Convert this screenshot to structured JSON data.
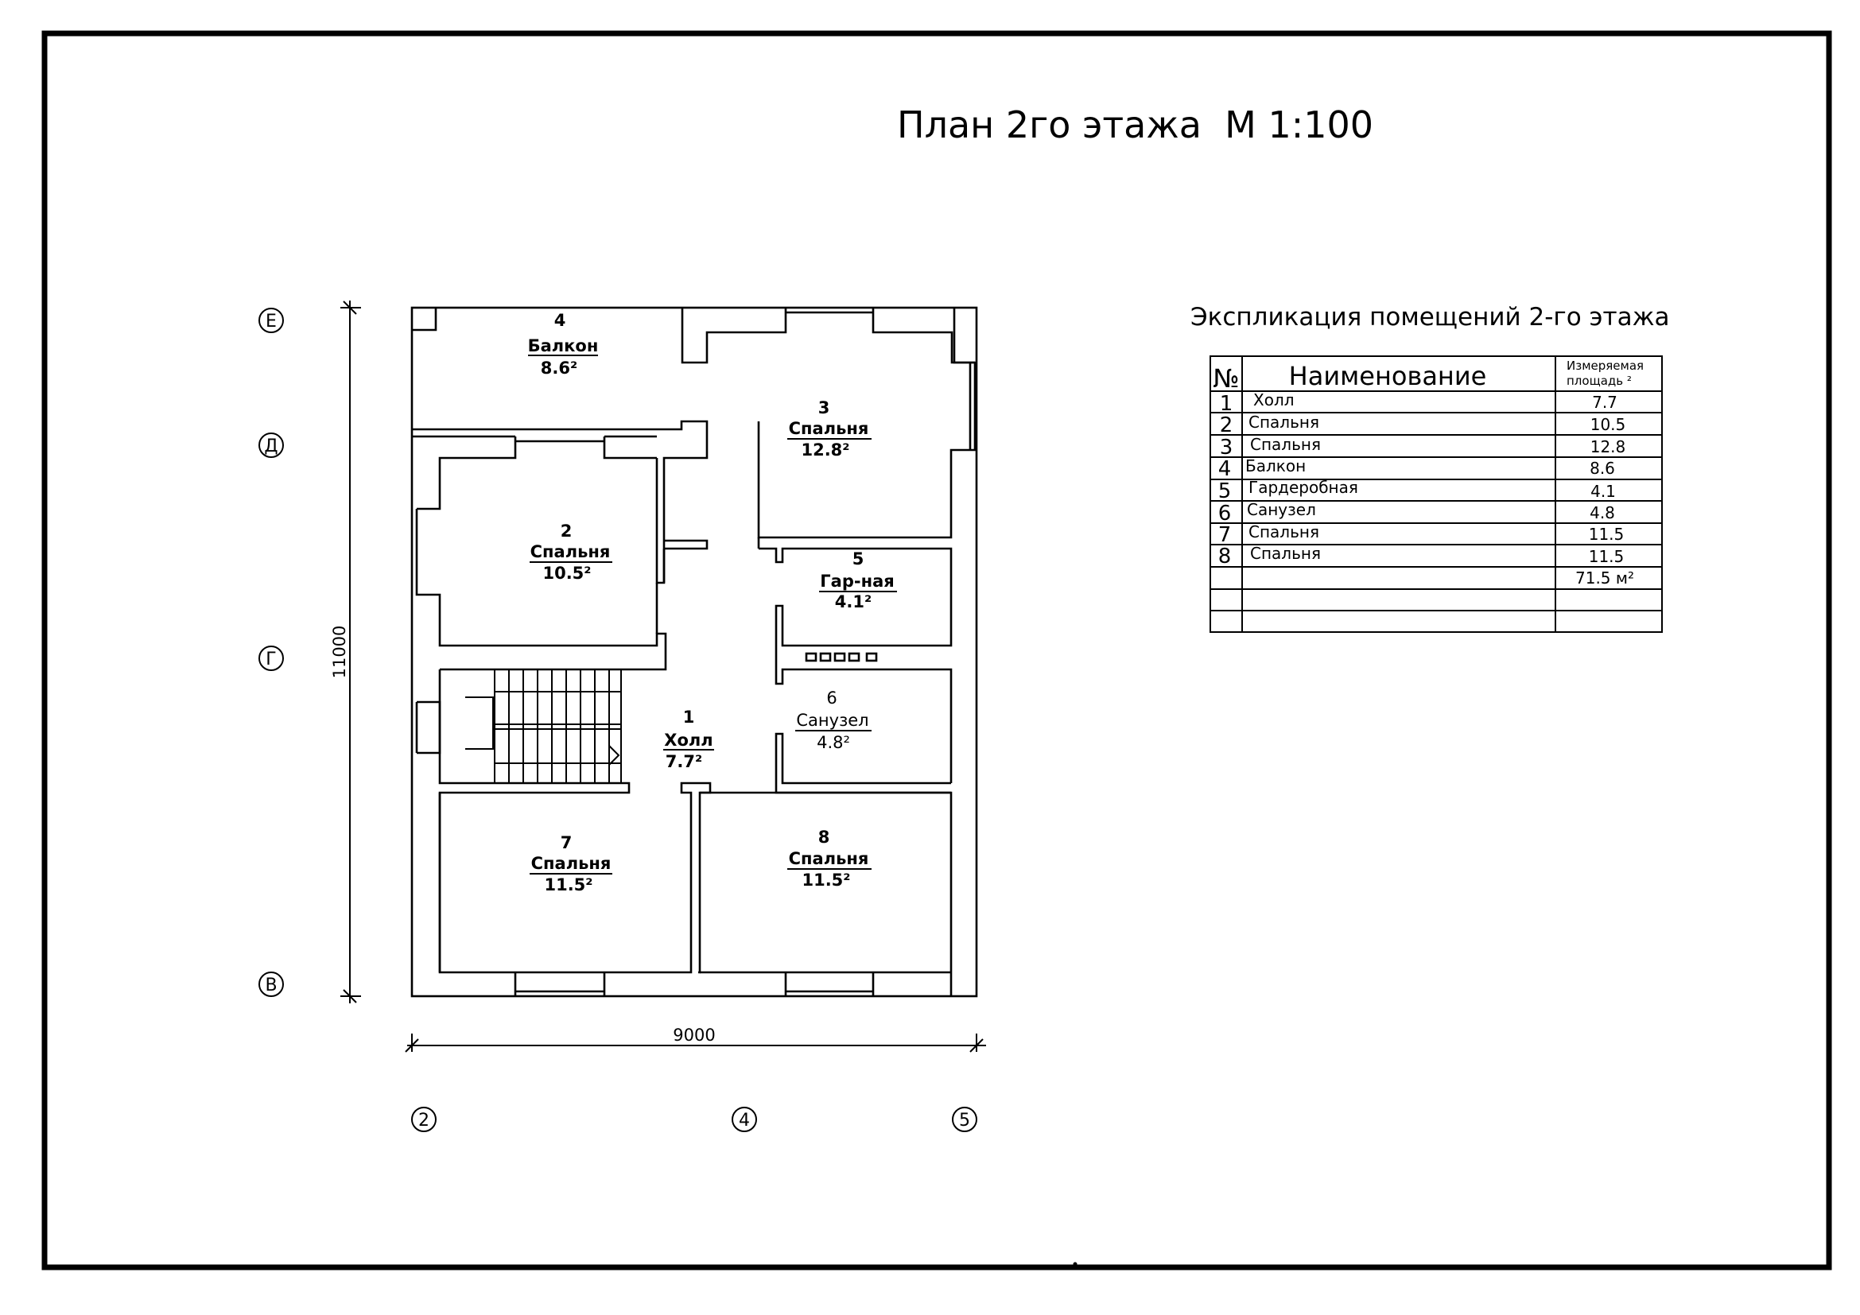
{
  "title": "План 2го этажа  М 1:100",
  "explication_title": "Экспликация помещений 2-го этажа",
  "table": {
    "header_no": "№",
    "header_name": "Наименование",
    "header_area_line1": "Измеряемая",
    "header_area_line2": "площадь ²",
    "rows": [
      {
        "no": "1",
        "name": "Холл",
        "area": "7.7"
      },
      {
        "no": "2",
        "name": "Спальня",
        "area": "10.5"
      },
      {
        "no": "3",
        "name": "Спальня",
        "area": "12.8"
      },
      {
        "no": "4",
        "name": "Балкон",
        "area": "8.6"
      },
      {
        "no": "5",
        "name": "Гардеробная",
        "area": "4.1"
      },
      {
        "no": "6",
        "name": "Санузел",
        "area": "4.8"
      },
      {
        "no": "7",
        "name": "Спальня",
        "area": "11.5"
      },
      {
        "no": "8",
        "name": "Спальня",
        "area": "11.5"
      }
    ],
    "total": "71.5 м²"
  },
  "rooms": {
    "balcony": {
      "no": "4",
      "name": "Балкон",
      "area": "8.6²"
    },
    "bedroom3": {
      "no": "3",
      "name": "Спальня",
      "area": "12.8²"
    },
    "bedroom2": {
      "no": "2",
      "name": "Спальня",
      "area": "10.5²"
    },
    "wardrobe": {
      "no": "5",
      "name": "Гар-ная",
      "area": "4.1²"
    },
    "bathroom": {
      "no": "6",
      "name": "Санузел",
      "area": "4.8²"
    },
    "hall": {
      "no": "1",
      "name": "Холл",
      "area": "7.7²"
    },
    "bedroom7": {
      "no": "7",
      "name": "Спальня",
      "area": "11.5²"
    },
    "bedroom8": {
      "no": "8",
      "name": "Спальня",
      "area": "11.5²"
    }
  },
  "dimensions": {
    "horizontal": "9000",
    "vertical": "11000"
  },
  "axes": {
    "rows": [
      "Е",
      "Д",
      "Г",
      "В"
    ],
    "columns": [
      "2",
      "4",
      "5"
    ]
  }
}
